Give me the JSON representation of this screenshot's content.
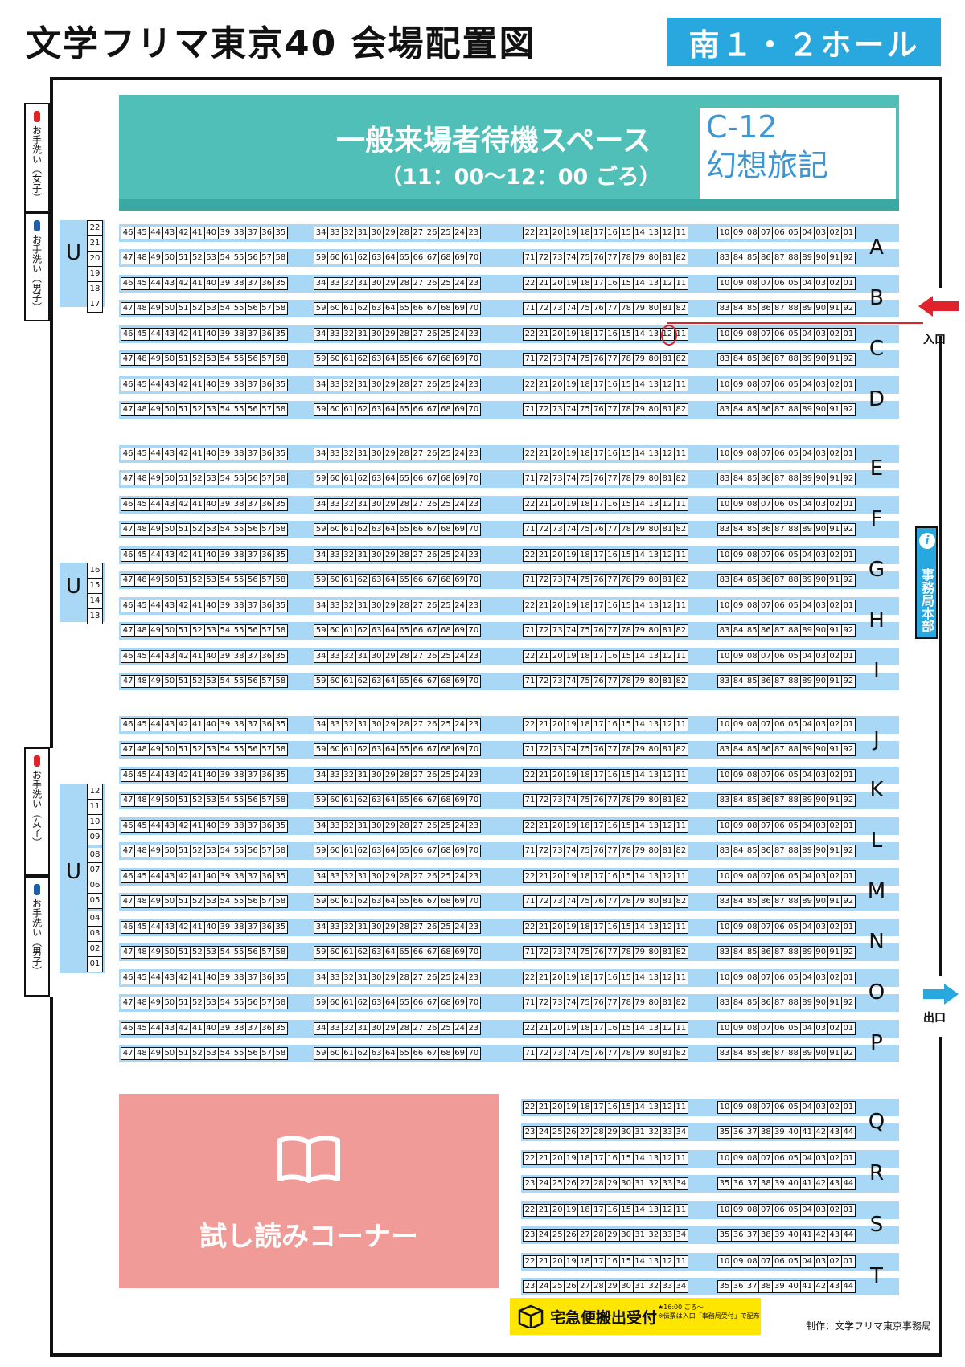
{
  "header": {
    "title": "文学フリマ東京40 会場配置図",
    "hall": "南１・２ホール"
  },
  "waiting_area": {
    "title": "一般来場者待機スペース",
    "time": "（11：00〜12：00 ごろ）"
  },
  "annotation": {
    "booth": "C-12",
    "name": "幻想旅記"
  },
  "toilets": [
    {
      "label": "お手洗い（女子）",
      "gender": "female"
    },
    {
      "label": "お手洗い（男子）",
      "gender": "male"
    },
    {
      "label": "お手洗い（女子）",
      "gender": "female"
    },
    {
      "label": "お手洗い（男子）",
      "gender": "male"
    }
  ],
  "u_blocks": [
    {
      "label": "U",
      "numbers": [
        "22",
        "21",
        "20",
        "19",
        "18",
        "17"
      ]
    },
    {
      "label": "U",
      "numbers": [
        "16",
        "15",
        "14",
        "13"
      ]
    },
    {
      "label": "U",
      "numbers": [
        "12",
        "11",
        "10",
        "09",
        "08",
        "07",
        "06",
        "05",
        "04",
        "03",
        "02",
        "01"
      ]
    }
  ],
  "rows": [
    {
      "label": "A",
      "top": [
        [
          "46",
          "45",
          "44",
          "43",
          "42",
          "41",
          "40",
          "39",
          "38",
          "37",
          "36",
          "35"
        ],
        [
          "34",
          "33",
          "32",
          "31",
          "30",
          "29",
          "28",
          "27",
          "26",
          "25",
          "24",
          "23"
        ],
        [
          "22",
          "21",
          "20",
          "19",
          "18",
          "17",
          "16",
          "15",
          "14",
          "13",
          "12",
          "11"
        ],
        [
          "10",
          "09",
          "08",
          "07",
          "06",
          "05",
          "04",
          "03",
          "02",
          "01"
        ]
      ],
      "bottom": [
        [
          "47",
          "48",
          "49",
          "50",
          "51",
          "52",
          "53",
          "54",
          "55",
          "56",
          "57",
          "58"
        ],
        [
          "59",
          "60",
          "61",
          "62",
          "63",
          "64",
          "65",
          "66",
          "67",
          "68",
          "69",
          "70"
        ],
        [
          "71",
          "72",
          "73",
          "74",
          "75",
          "76",
          "77",
          "78",
          "79",
          "80",
          "81",
          "82"
        ],
        [
          "83",
          "84",
          "85",
          "86",
          "87",
          "88",
          "89",
          "90",
          "91",
          "92"
        ]
      ]
    },
    {
      "label": "B"
    },
    {
      "label": "C"
    },
    {
      "label": "D"
    },
    {
      "label": "E"
    },
    {
      "label": "F"
    },
    {
      "label": "G"
    },
    {
      "label": "H"
    },
    {
      "label": "I"
    },
    {
      "label": "J"
    },
    {
      "label": "K"
    },
    {
      "label": "L"
    },
    {
      "label": "M"
    },
    {
      "label": "N"
    },
    {
      "label": "O"
    },
    {
      "label": "P"
    }
  ],
  "short_rows": [
    {
      "label": "Q"
    },
    {
      "label": "R"
    },
    {
      "label": "S"
    },
    {
      "label": "T"
    }
  ],
  "short_numbers": {
    "top": [
      [
        "22",
        "21",
        "20",
        "19",
        "18",
        "17",
        "16",
        "15",
        "14",
        "13",
        "12",
        "11"
      ],
      [
        "10",
        "09",
        "08",
        "07",
        "06",
        "05",
        "04",
        "03",
        "02",
        "01"
      ]
    ],
    "bottom": [
      [
        "23",
        "24",
        "25",
        "26",
        "27",
        "28",
        "29",
        "30",
        "31",
        "32",
        "33",
        "34"
      ],
      [
        "35",
        "36",
        "37",
        "38",
        "39",
        "40",
        "41",
        "42",
        "43",
        "44"
      ]
    ]
  },
  "trial_corner": "試し読みコーナー",
  "office": "事務局本部",
  "entrance": "入口",
  "exit": "出口",
  "delivery": {
    "title": "宅急便搬出受付",
    "note1": "★16:00 ごろ〜",
    "note2": "※伝票は入口「事務局受付」で配布"
  },
  "credit": "制作：文学フリマ東京事務局",
  "colors": {
    "band": "#a8d8f5",
    "waiting": "#4fbfb8",
    "hall_badge": "#29a8e0",
    "trial": "#f09b97",
    "arrow_in": "#e0232a",
    "arrow_out": "#29a8e0",
    "delivery": "#ffe600"
  }
}
